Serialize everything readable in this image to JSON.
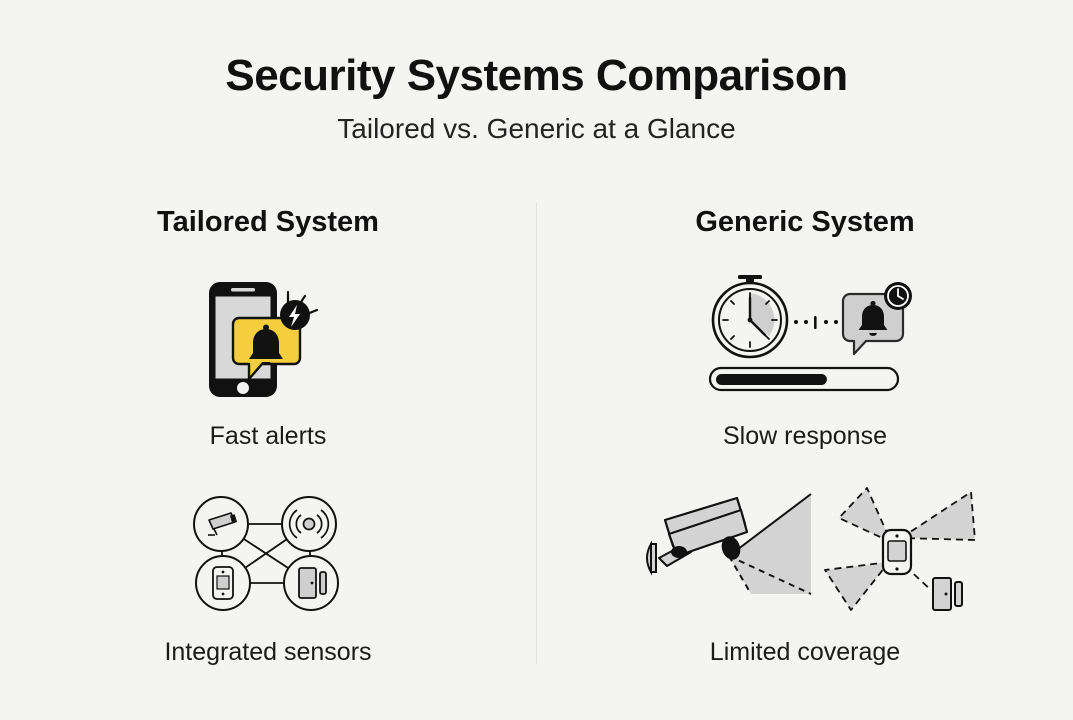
{
  "header": {
    "title": "Security Systems Comparison",
    "subtitle": "Tailored vs. Generic at a Glance"
  },
  "columns": [
    {
      "id": "tailored",
      "heading": "Tailored System",
      "items": [
        {
          "caption": "Fast alerts",
          "icon": "phone-alert-icon"
        },
        {
          "caption": "Integrated sensors",
          "icon": "sensor-network-icon"
        }
      ]
    },
    {
      "id": "generic",
      "heading": "Generic System",
      "items": [
        {
          "caption": "Slow response",
          "icon": "clock-delay-icon"
        },
        {
          "caption": "Limited coverage",
          "icon": "limited-coverage-icon"
        }
      ]
    }
  ],
  "colors": {
    "background": "#f4f4f3",
    "accent_yellow": "#f5ce3e",
    "ink": "#111111",
    "gray_fill": "#d3d3d3",
    "divider": "#e2e2e0"
  },
  "progress": {
    "fill_percent": 63
  }
}
